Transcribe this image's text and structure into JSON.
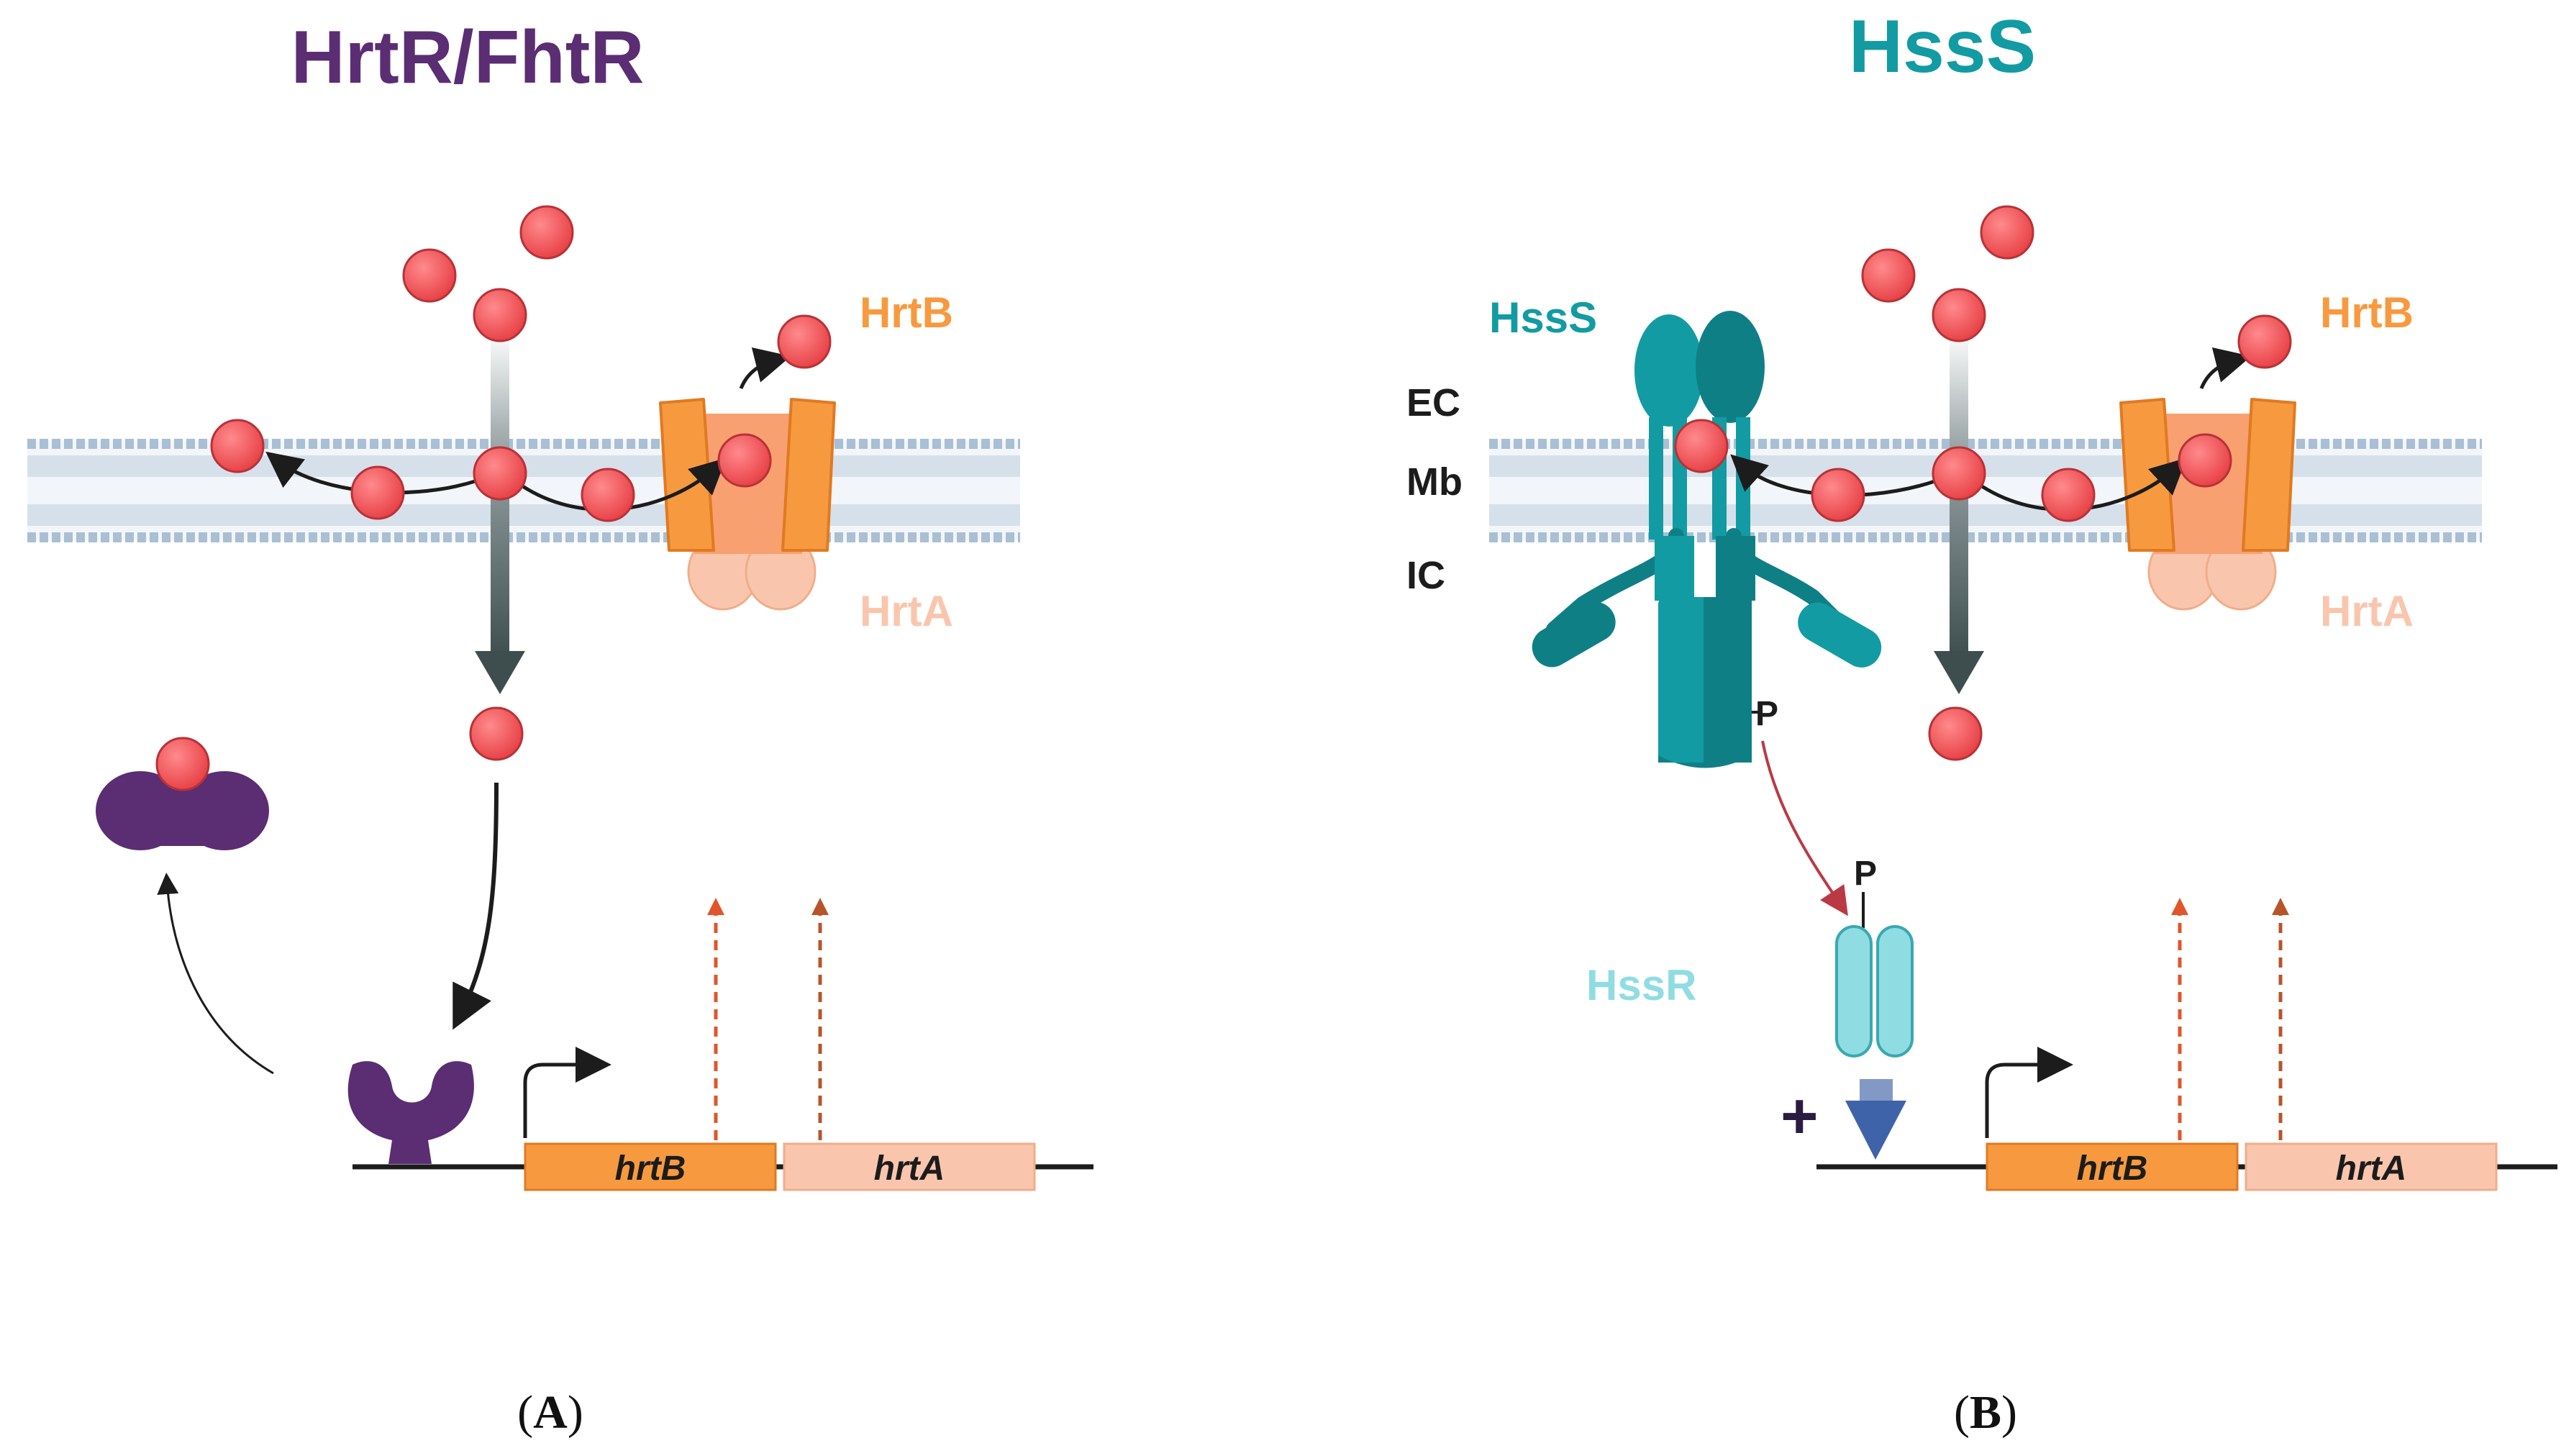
{
  "colors": {
    "purple": "#5b2d73",
    "teal": "#129ba2",
    "teal_dark": "#0f7f86",
    "orange": "#f79a3f",
    "orange_dark": "#e07a22",
    "peach": "#f9c6ad",
    "heme": "#ee4c50",
    "hssr": "#8fdde2",
    "membrane": "#a9bfd3",
    "arrow_dark": "#3e4e4f",
    "blue": "#3f63a8"
  },
  "panel_a": {
    "title": "HrtR/FhtR",
    "labels": {
      "hrtb": "HrtB",
      "hrta": "HrtA"
    },
    "genes": {
      "hrtb": "hrtB",
      "hrta": "hrtA"
    },
    "caption": {
      "open": "(",
      "letter": "A",
      "close": ")"
    }
  },
  "panel_b": {
    "title": "HssS",
    "labels": {
      "hsss": "HssS",
      "ec": "EC",
      "mb": "Mb",
      "ic": "IC",
      "p1": "P",
      "p2": "P",
      "hssr": "HssR",
      "plus": "+",
      "hrtb": "HrtB",
      "hrta": "HrtA"
    },
    "genes": {
      "hrtb": "hrtB",
      "hrta": "hrtA"
    },
    "caption": {
      "open": "(",
      "letter": "B",
      "close": ")"
    }
  }
}
